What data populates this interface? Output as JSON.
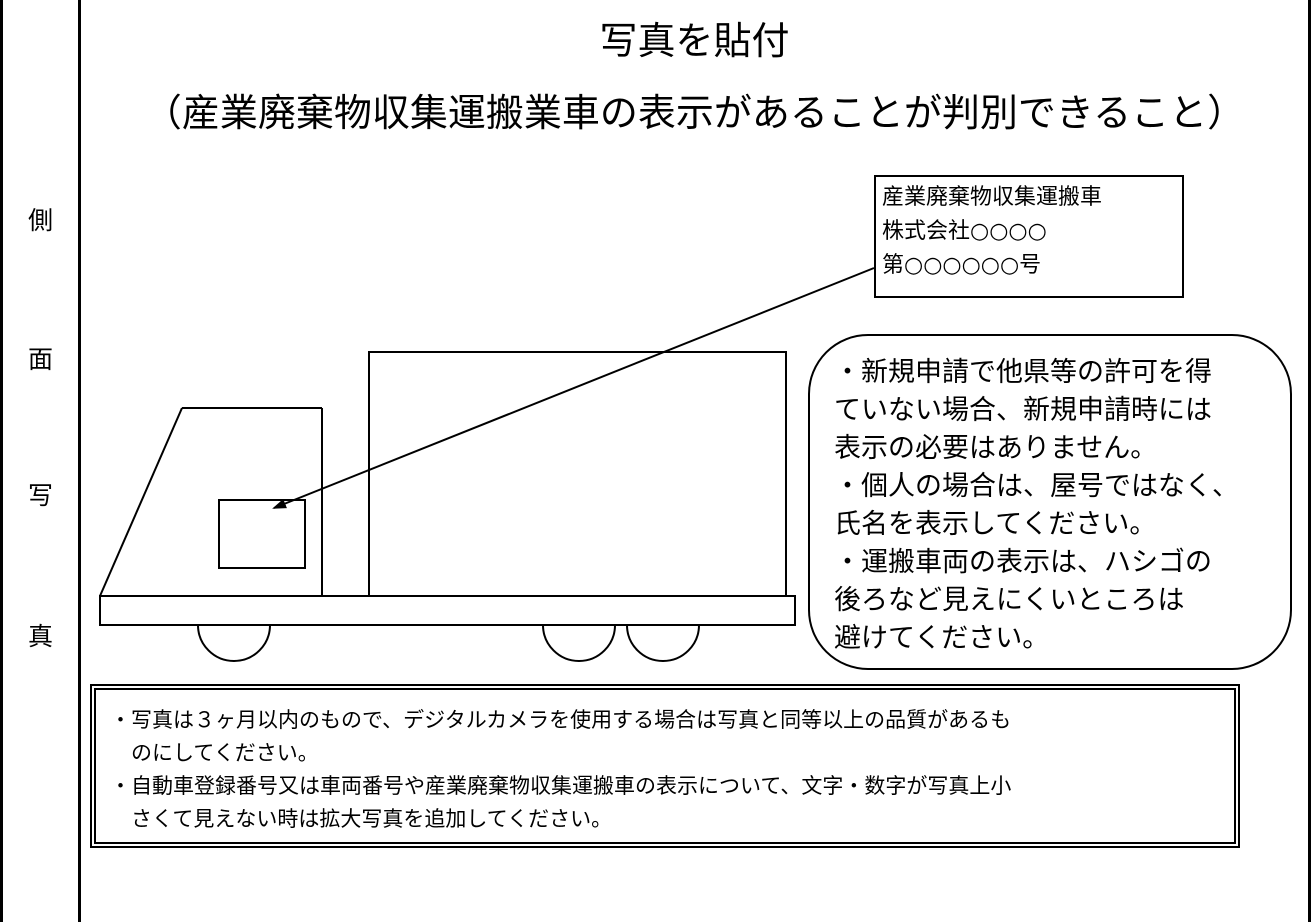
{
  "title": {
    "line1": "写真を貼付",
    "line2": "（産業廃棄物収集運搬業車の表示があることが判別できること）"
  },
  "side_label": [
    "側",
    "面",
    "写",
    "真"
  ],
  "vehicle_label": {
    "line1": "産業廃棄物収集運搬車",
    "line2": "株式会社○○○○",
    "line3": "第○○○○○○号"
  },
  "notes": [
    "・新規申請で他県等の許可を得",
    "ていない場合、新規申請時には",
    "表示の必要はありません。",
    "・個人の場合は、屋号ではなく、",
    "氏名を表示してください。",
    "・運搬車両の表示は、ハシゴの",
    "後ろなど見えにくいところは",
    "避けてください。"
  ],
  "instructions": [
    "・写真は３ヶ月以内のもので、デジタルカメラを使用する場合は写真と同等以上の品質があるも",
    "のにしてください。",
    "・自動車登録番号又は車両番号や産業廃棄物収集運搬車の表示について、文字・数字が写真上小",
    "さくて見えない時は拡大写真を追加してください。"
  ]
}
